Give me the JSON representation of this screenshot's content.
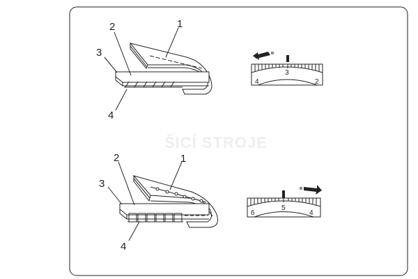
{
  "watermark": "ŠICÍ STROJE",
  "figures": [
    {
      "id": "top",
      "callouts": [
        "1",
        "2",
        "3",
        "4"
      ],
      "dial": {
        "left": "4",
        "center": "3",
        "right": "2",
        "arrow_direction": "left"
      }
    },
    {
      "id": "bottom",
      "callouts": [
        "1",
        "2",
        "3",
        "4"
      ],
      "dial": {
        "left": "6",
        "center": "5",
        "right": "4",
        "arrow_direction": "right"
      }
    }
  ]
}
